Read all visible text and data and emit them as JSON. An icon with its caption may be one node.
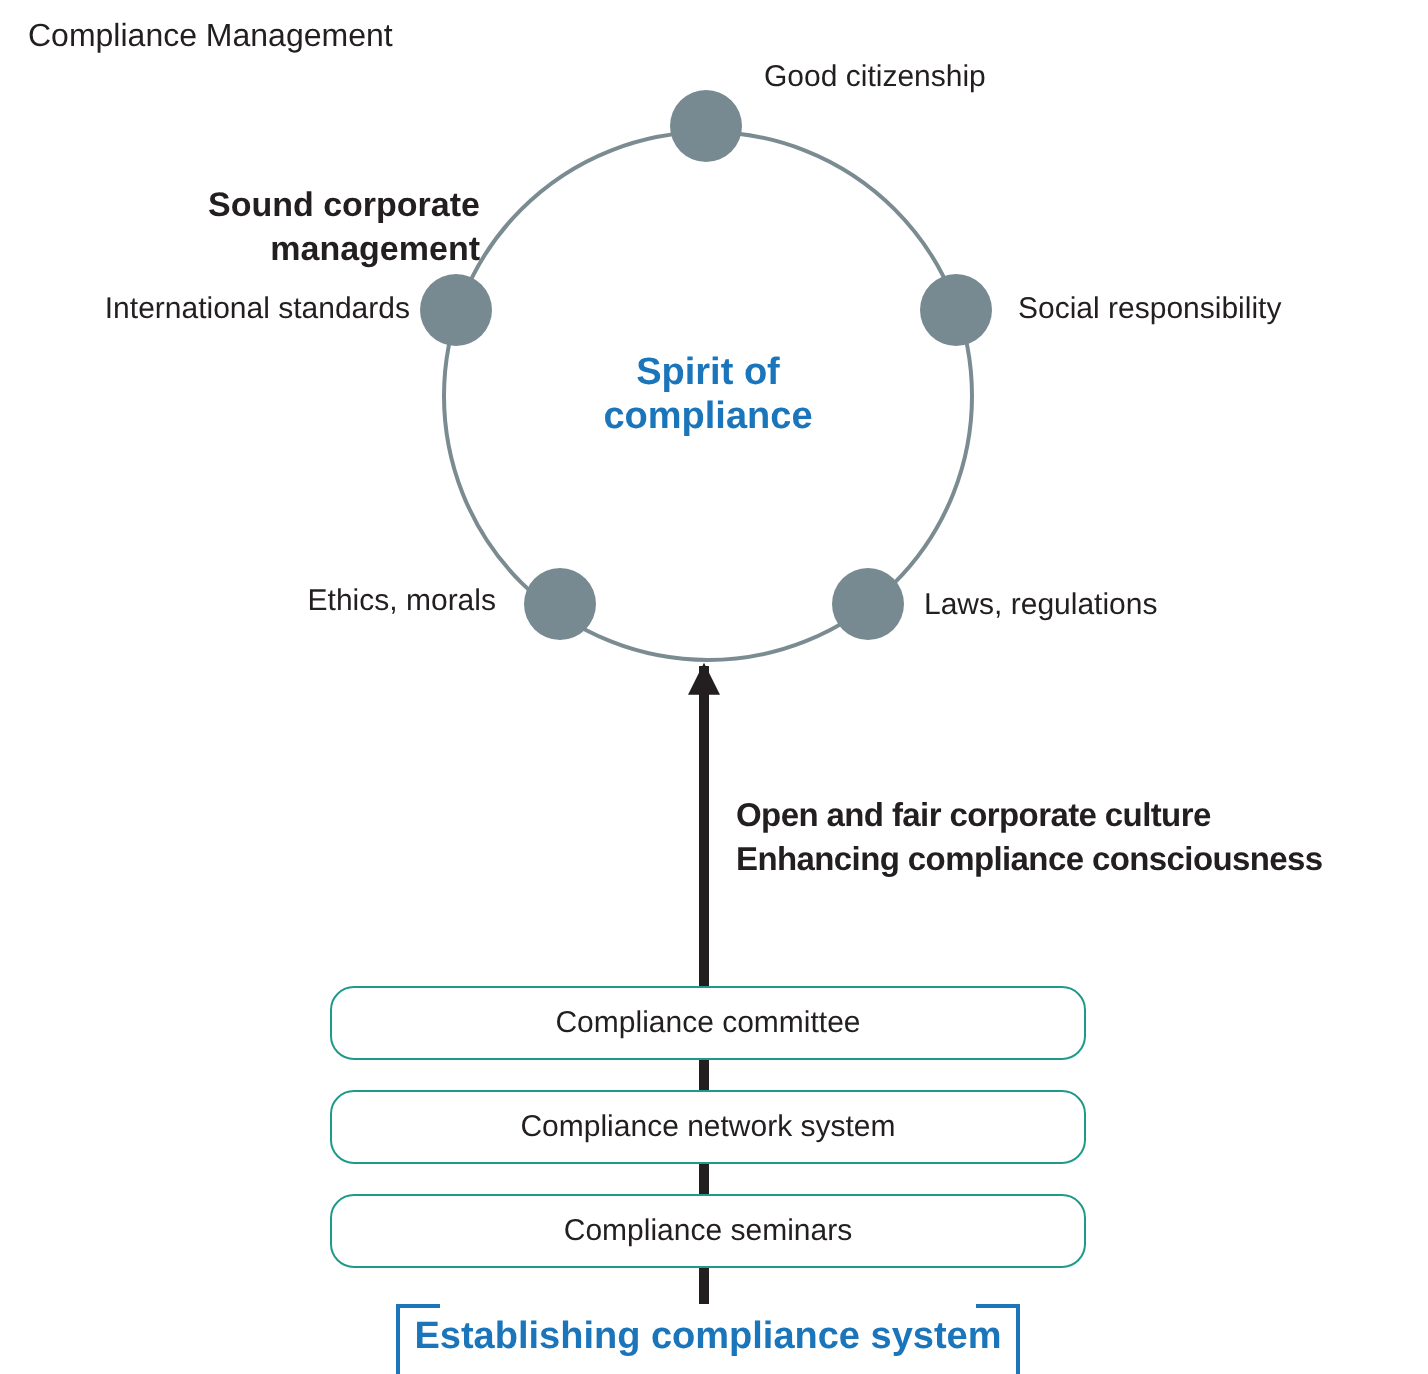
{
  "diagram": {
    "title": "Compliance Management",
    "nodes": [
      {
        "text": [
          "Spirit of compliance"
        ],
        "beside": [
          "Sound corporate management"
        ]
      },
      {
        "text": [],
        "shape": "circle",
        "beside": [
          "Good citizenship"
        ]
      },
      {
        "text": [],
        "shape": "circle",
        "beside": [
          "Social responsibility"
        ]
      },
      {
        "text": [],
        "shape": "circle",
        "beside": [
          "Laws, regulations"
        ],
        "in": 0
      },
      {
        "text": [],
        "shape": "circle",
        "beside": [
          "Ethics, morals"
        ],
        "in": 0
      },
      {
        "text": [],
        "shape": "circle",
        "beside": [
          "International standards"
        ]
      },
      {
        "text": [
          "Compliance committee"
        ]
      },
      {
        "text": [
          "Compliance network system"
        ]
      },
      {
        "text": [
          "Compliance seminars"
        ]
      },
      {
        "text": [
          "Establishing compliance system"
        ]
      }
    ],
    "edges": [
      {
        "from": 9,
        "to": 8,
        "arrow": "none"
      },
      {
        "from": 8,
        "to": 7,
        "arrow": "none"
      },
      {
        "from": 7,
        "to": 6,
        "arrow": "none"
      },
      {
        "from": 6,
        "to": 0,
        "arrow": "to"
      }
    ],
    "labels": [
      "Open and fair corporate culture",
      "Enhancing compliance consciousness"
    ]
  }
}
